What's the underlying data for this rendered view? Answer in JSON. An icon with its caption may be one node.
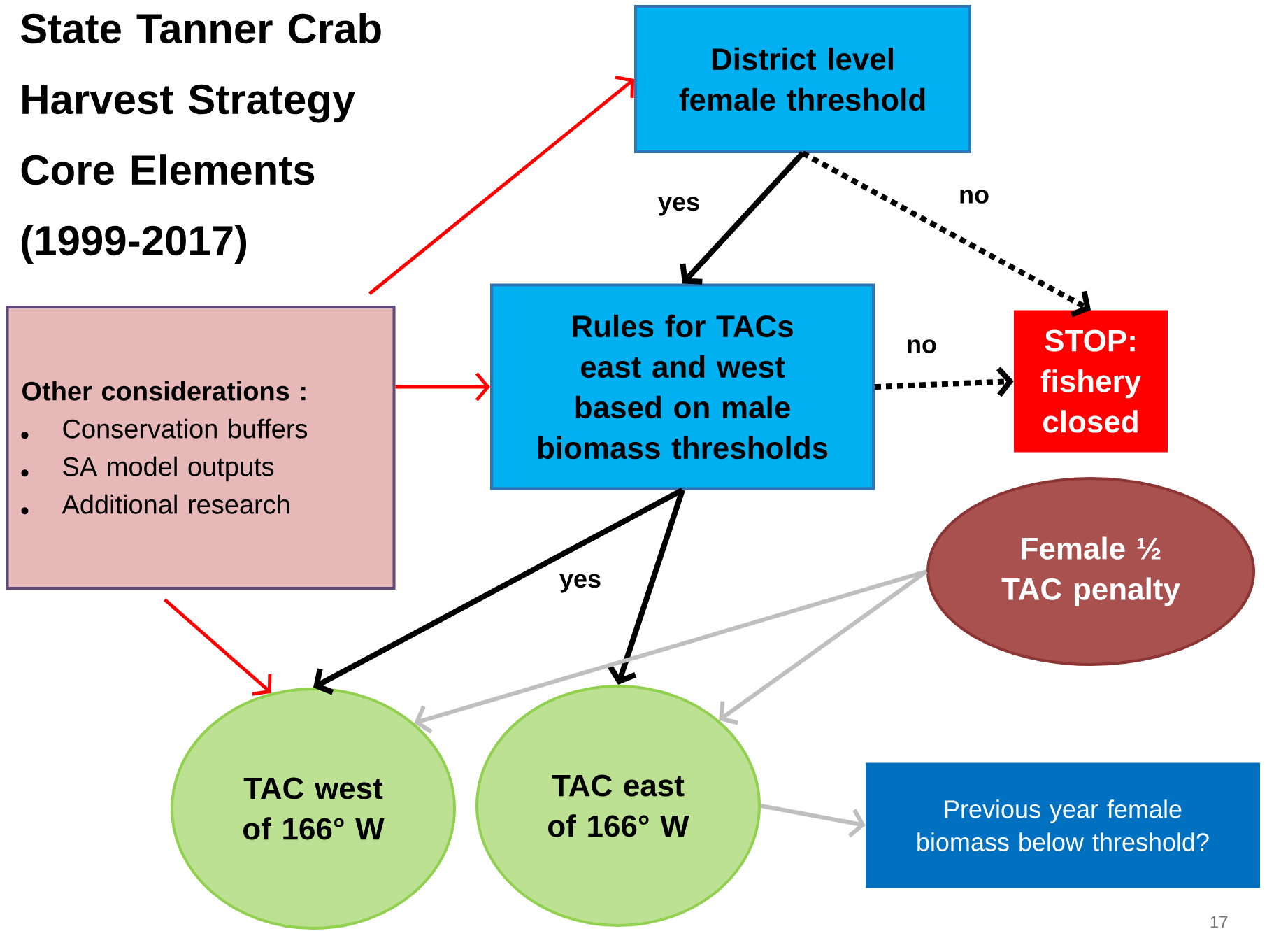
{
  "diagram": {
    "title": "State Tanner Crab Harvest Strategy Core Elements (1999-2017)",
    "nodes": [
      {
        "text": [
          "District level female threshold"
        ]
      },
      {
        "text": [
          "Rules for TACs east and west based on male biomass thresholds"
        ]
      },
      {
        "text": [
          "STOP: fishery closed"
        ]
      },
      {
        "text": [
          "Other considerations :",
          "Conservation buffers",
          "SA model outputs",
          "Additional research"
        ]
      },
      {
        "text": [
          "Female ½ TAC penalty"
        ]
      },
      {
        "text": [
          "TAC west of 166° W"
        ]
      },
      {
        "text": [
          "TAC east of 166° W"
        ]
      },
      {
        "text": [
          "Previous year female biomass below threshold?"
        ]
      }
    ],
    "edges": [
      {
        "from": 3,
        "to": 0,
        "arrow": "to",
        "color": "#ff0000"
      },
      {
        "from": 0,
        "to": 1,
        "arrow": "to",
        "label": "yes"
      },
      {
        "from": 0,
        "to": 2,
        "arrow": "to",
        "label": "no",
        "style": "dashed"
      },
      {
        "from": 3,
        "to": 1,
        "arrow": "to",
        "color": "#ff0000"
      },
      {
        "from": 1,
        "to": 2,
        "arrow": "to",
        "label": "no",
        "style": "dashed"
      },
      {
        "from": 1,
        "to": 5,
        "arrow": "to",
        "label": "yes"
      },
      {
        "from": 1,
        "to": 6,
        "arrow": "to"
      },
      {
        "from": 3,
        "to": 5,
        "arrow": "to",
        "color": "#ff0000"
      },
      {
        "from": 4,
        "to": 5,
        "arrow": "to",
        "color": "#bfbfbf"
      },
      {
        "from": 4,
        "to": 6,
        "arrow": "to",
        "color": "#bfbfbf"
      },
      {
        "from": 6,
        "to": 7,
        "arrow": "to",
        "color": "#bfbfbf"
      }
    ],
    "labels": [
      "17"
    ]
  }
}
